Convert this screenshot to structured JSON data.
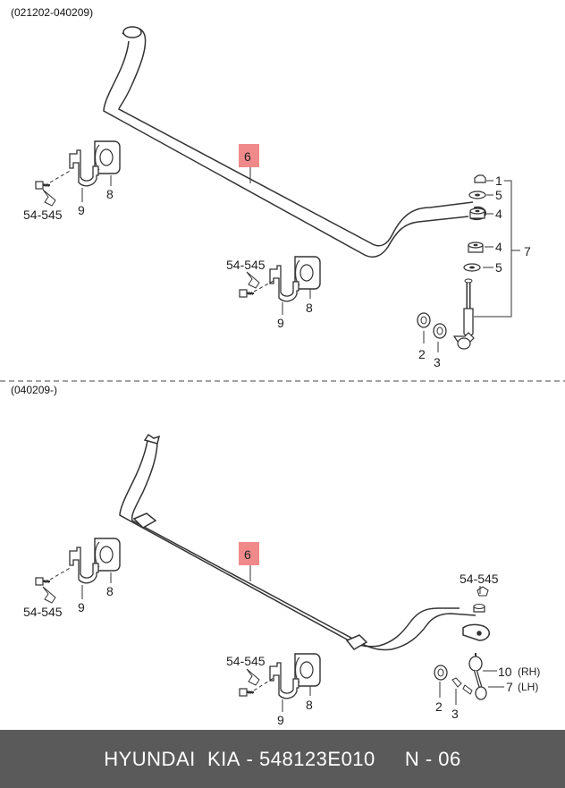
{
  "sections": [
    {
      "range_label": "(021202-040209)",
      "callouts": {
        "stabilizer_bar": "6",
        "bolt_left": "54-545",
        "bracket_left": "9",
        "bushing_left": "8",
        "bolt_mid": "54-545",
        "bracket_mid": "9",
        "bushing_mid": "8",
        "link_nut": "1",
        "link_cup_upper": "5",
        "link_bush_upper": "4",
        "link_bush_lower": "4",
        "link_cup_lower": "5",
        "link_assembly": "7",
        "washer": "2",
        "bushing_end": "3"
      }
    },
    {
      "range_label": "(040209-)",
      "callouts": {
        "stabilizer_bar": "6",
        "bolt_left": "54-545",
        "bracket_left": "9",
        "bushing_left": "8",
        "bolt_mid": "54-545",
        "bracket_mid": "9",
        "bushing_mid": "8",
        "nut_link": "54-545",
        "link_rh": "10",
        "link_rh_side": "(RH)",
        "link_lh": "7",
        "link_lh_side": "(LH)",
        "washer": "2",
        "nut_lower": "3"
      }
    }
  ],
  "footer": {
    "brand": "HYUNDAI  KIA",
    "part_number": "548123E010",
    "page": "N - 06"
  },
  "colors": {
    "callout_highlight": "#f08a8a",
    "footer_bg": "#5a5a5a",
    "line": "#333333"
  }
}
